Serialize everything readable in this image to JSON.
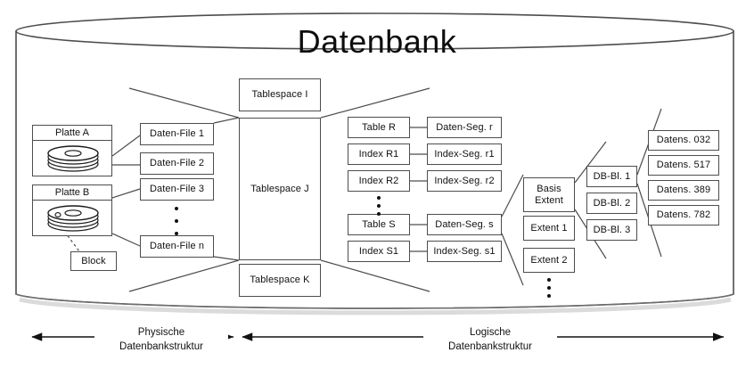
{
  "diagram": {
    "title": "Datenbank",
    "cylinder_label": "database-cylinder"
  },
  "physical": {
    "disks": [
      {
        "label": "Platte A"
      },
      {
        "label": "Platte B"
      }
    ],
    "block": "Block",
    "data_files": [
      "Daten-File 1",
      "Daten-File 2",
      "Daten-File 3",
      "Daten-File n"
    ]
  },
  "tablespaces": [
    "Tablespace I",
    "Tablespace J",
    "Tablespace K"
  ],
  "logical": {
    "objects": [
      "Table R",
      "Index R1",
      "Index R2",
      "Table S",
      "Index S1"
    ],
    "segments": [
      "Daten-Seg. r",
      "Index-Seg. r1",
      "Index-Seg. r2",
      "Daten-Seg. s",
      "Index-Seg. s1"
    ],
    "extents": [
      "Basis Extent",
      "Extent 1",
      "Extent 2"
    ],
    "extent_basis_line1": "Basis",
    "extent_basis_line2": "Extent",
    "db_blocks": [
      "DB-Bl. 1",
      "DB-Bl. 2",
      "DB-Bl. 3"
    ],
    "records": [
      "Datens. 032",
      "Datens. 517",
      "Datens. 389",
      "Datens. 782"
    ]
  },
  "captions": {
    "physical_line1": "Physische",
    "physical_line2": "Datenbankstruktur",
    "logical_line1": "Logische",
    "logical_line2": "Datenbankstruktur"
  },
  "colors": {
    "stroke": "#4d4d4d",
    "text": "#111111",
    "background": "#ffffff"
  }
}
